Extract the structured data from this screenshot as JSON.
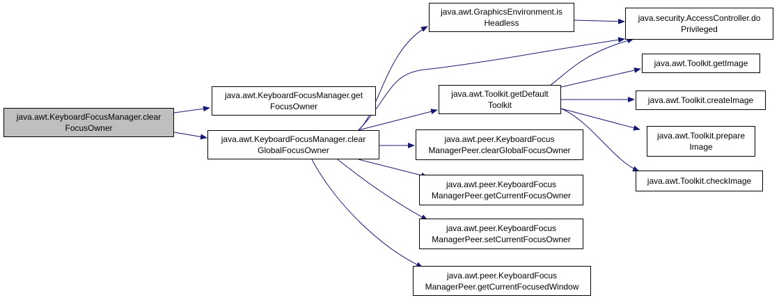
{
  "colors": {
    "edge": "#191970",
    "root_fill": "#bfbfbf",
    "node_fill": "#ffffff",
    "border": "#000000"
  },
  "nodes": {
    "n0": {
      "line1": "java.awt.KeyboardFocusManager.clear",
      "line2": "FocusOwner"
    },
    "n1": {
      "line1": "java.awt.KeyboardFocusManager.get",
      "line2": "FocusOwner"
    },
    "n2": {
      "line1": "java.awt.KeyboardFocusManager.clear",
      "line2": "GlobalFocusOwner"
    },
    "n3": {
      "line1": "java.awt.GraphicsEnvironment.is",
      "line2": "Headless"
    },
    "n4": {
      "line1": "java.security.AccessController.do",
      "line2": "Privileged"
    },
    "n5": {
      "line1": "java.awt.Toolkit.getDefault",
      "line2": "Toolkit"
    },
    "n6": {
      "line1": "java.awt.Toolkit.getImage"
    },
    "n7": {
      "line1": "java.awt.Toolkit.createImage"
    },
    "n8": {
      "line1": "java.awt.Toolkit.prepare",
      "line2": "Image"
    },
    "n9": {
      "line1": "java.awt.Toolkit.checkImage"
    },
    "n10": {
      "line1": "java.awt.peer.KeyboardFocus",
      "line2": "ManagerPeer.clearGlobalFocusOwner"
    },
    "n11": {
      "line1": "java.awt.peer.KeyboardFocus",
      "line2": "ManagerPeer.getCurrentFocusOwner"
    },
    "n12": {
      "line1": "java.awt.peer.KeyboardFocus",
      "line2": "ManagerPeer.setCurrentFocusOwner"
    },
    "n13": {
      "line1": "java.awt.peer.KeyboardFocus",
      "line2": "ManagerPeer.getCurrentFocusedWindow"
    }
  }
}
